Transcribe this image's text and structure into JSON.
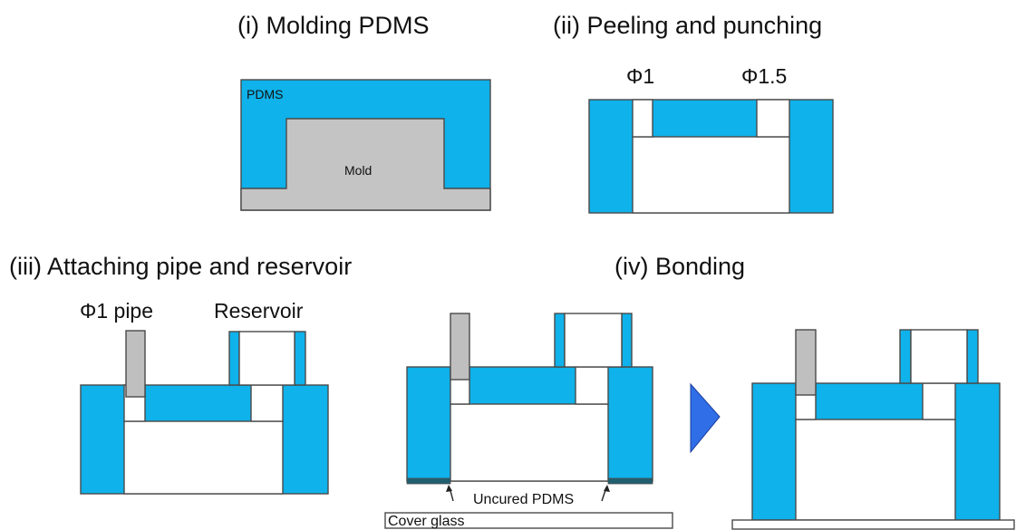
{
  "steps": {
    "i": {
      "title": "(i) Molding PDMS",
      "pdms_label": "PDMS",
      "mold_label": "Mold"
    },
    "ii": {
      "title": "(ii) Peeling and punching",
      "hole1_label": "Φ1",
      "hole2_label": "Φ1.5"
    },
    "iii": {
      "title": "(iii) Attaching pipe and reservoir",
      "pipe_label": "Φ1 pipe",
      "reservoir_label": "Reservoir"
    },
    "iv": {
      "title": "(iv) Bonding",
      "uncured_label": "Uncured PDMS",
      "glass_label": "Cover glass"
    }
  },
  "colors": {
    "pdms": "#0fb2ea",
    "mold": "#c4c4c4",
    "uncured": "#1f5f70",
    "arrow": "#2f6ee6"
  },
  "icons": {
    "next_step": "triangle-arrow-right-icon"
  }
}
